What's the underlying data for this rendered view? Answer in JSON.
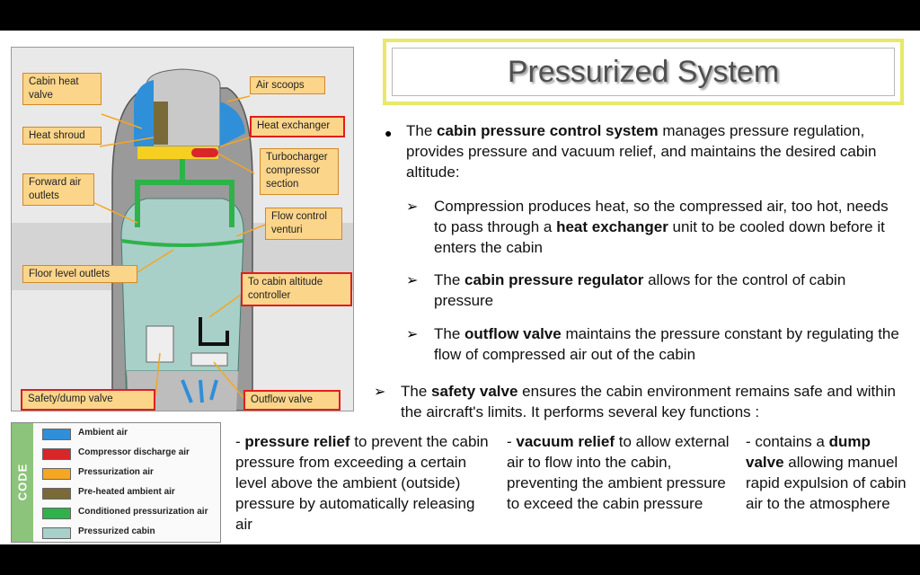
{
  "title": "Pressurized System",
  "diagram": {
    "labels": {
      "cabin_heat_valve": "Cabin heat valve",
      "air_scoops": "Air scoops",
      "heat_shroud": "Heat shroud",
      "heat_exchanger": "Heat exchanger",
      "turbocharger": "Turbocharger compressor section",
      "forward_outlets": "Forward air outlets",
      "flow_control": "Flow control venturi",
      "floor_outlets": "Floor level outlets",
      "cabin_altitude": "To cabin altitude controller",
      "safety_dump": "Safety/dump valve",
      "outflow": "Outflow valve"
    }
  },
  "legend": {
    "code": "CODE",
    "items": [
      {
        "label": "Ambient air",
        "color": "#2f8fd8"
      },
      {
        "label": "Compressor discharge air",
        "color": "#d8262a"
      },
      {
        "label": "Pressurization air",
        "color": "#f5a623"
      },
      {
        "label": "Pre-heated ambient air",
        "color": "#7a6a3a"
      },
      {
        "label": "Conditioned pressurization air",
        "color": "#2db34a"
      },
      {
        "label": "Pressurized cabin",
        "color": "#a8d0c8"
      }
    ]
  },
  "main_bullet": {
    "pre": "The ",
    "bold": "cabin pressure control system",
    "post": " manages pressure regulation, provides pressure and vacuum relief, and maintains the desired cabin altitude:"
  },
  "sub_bullets": [
    {
      "pre": "Compression produces heat, so the compressed air, too hot, needs to pass through a ",
      "bold": "heat exchanger",
      "post": " unit to be cooled down before it enters the cabin"
    },
    {
      "pre": "The ",
      "bold": "cabin pressure regulator",
      "post": " allows for the control of cabin pressure"
    },
    {
      "pre": "The ",
      "bold": "outflow valve",
      "post": " maintains the pressure constant by regulating the flow of compressed air out of the cabin"
    }
  ],
  "safety": {
    "pre": "The ",
    "bold": "safety valve",
    "post": " ensures the cabin environment remains safe and within the aircraft's limits. It performs several key functions :"
  },
  "functions": [
    {
      "pre": "- ",
      "bold": "pressure relief",
      "post": " to prevent the cabin pressure from exceeding a certain level above the ambient (outside) pressure by automatically releasing air"
    },
    {
      "pre": "- ",
      "bold": "vacuum relief",
      "post": " to allow external air to flow into the cabin, preventing the ambient pressure to exceed the cabin pressure"
    },
    {
      "pre": "- contains a ",
      "bold": "dump valve",
      "post": "  allowing manuel rapid expulsion of cabin air to the atmosphere"
    }
  ],
  "bullet_char": "●",
  "arrow_char": "➢"
}
